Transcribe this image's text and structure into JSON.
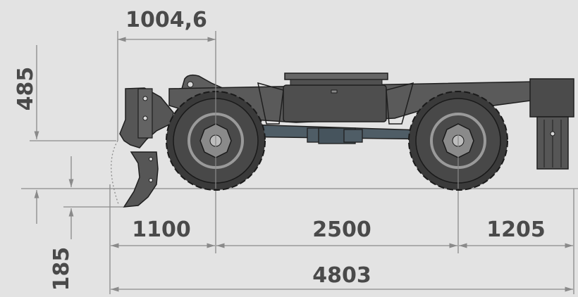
{
  "dimensions": {
    "top_offset": "1004,6",
    "left_height": "485",
    "bottom_clearance": "185",
    "front_overhang": "1100",
    "wheelbase": "2500",
    "rear_overhang": "1205",
    "overall_length": "4803"
  },
  "colors": {
    "background": "#e3e3e3",
    "dim_line": "#8a8a8a",
    "dim_text": "#4a4a4a",
    "body": "#555555",
    "tire": "#3a3a3a",
    "rim": "#9a9a9a",
    "axle": "#4f5d66"
  }
}
